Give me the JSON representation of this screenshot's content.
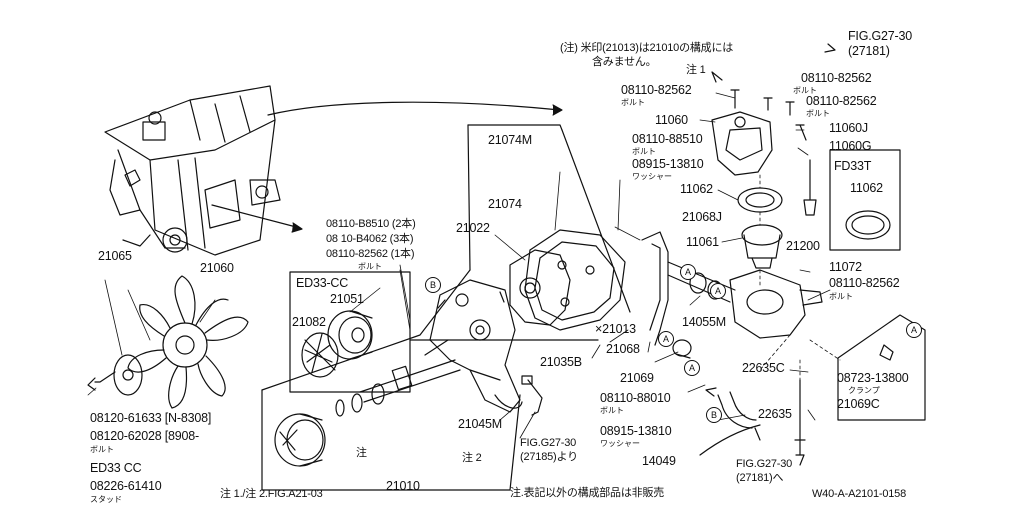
{
  "labels": {
    "fig_top": "FIG.G27-30",
    "fig_top_code": "(27181)",
    "note_line1": "(注) 米印(21013)は21010の構成には",
    "note_line2": "含みません。",
    "note_mark_top": "注 1",
    "p_08110_82562_a": "08110-82562",
    "p_08110_82562_b": "08110-82562",
    "p_08110_82562_c": "08110-82562",
    "p_08110_82562_d": "08110-82562",
    "bolt": "ボルト",
    "washer": "ワッシャー",
    "clamp": "クランプ",
    "stud": "スタッド",
    "p_11060": "11060",
    "p_11060j": "11060J",
    "p_11060g": "11060G",
    "p_08110_88510": "08110-88510",
    "p_08915_13810_a": "08915-13810",
    "p_08915_13810_b": "08915-13810",
    "p_21074m": "21074M",
    "p_21074": "21074",
    "p_21022": "21022",
    "p_11062_a": "11062",
    "p_11062_b": "11062",
    "p_fd33t": "FD33T",
    "p_21068j": "21068J",
    "p_11061": "11061",
    "p_21200": "21200",
    "p_11072": "11072",
    "p_b8510": "08110-B8510 (2本)",
    "p_b4062": "08 10-B4062 (3本)",
    "p_b82562": "08110-82562 (1本)",
    "p_ed33cc_box": "ED33-CC",
    "p_21051": "21051",
    "p_21082": "21082",
    "p_21065": "21065",
    "p_21060": "21060",
    "p_21013": "×21013",
    "p_21068": "21068",
    "p_14055m": "14055M",
    "p_21035b": "21035B",
    "p_21069": "21069",
    "p_22635c": "22635C",
    "p_08723": "08723-13800",
    "p_21069c": "21069C",
    "p_88010": "08110-88010",
    "p_22635": "22635",
    "p_21045m": "21045M",
    "p_fig_mid": "FIG.G27-30",
    "p_fig_mid_code": "(27185)より",
    "p_14049": "14049",
    "p_fig_low": "FIG.G27-30",
    "p_fig_low_code": "(27181)へ",
    "p_61633": "08120-61633 [N-8308]",
    "p_62028": "08120-62028 [8908-",
    "p_ed33cc_low": "ED33 CC",
    "p_61410": "08226-61410",
    "note_mark_mid": "注",
    "note_mark_2": "注 2",
    "p_21010": "21010",
    "footer_notes": "注 1./注 2.FIG.A21-03",
    "footer_center": "注.表記以外の構成部品は非販売",
    "footer_code": "W40-A-A2101-0158",
    "circle_a": "A",
    "circle_b": "B"
  }
}
